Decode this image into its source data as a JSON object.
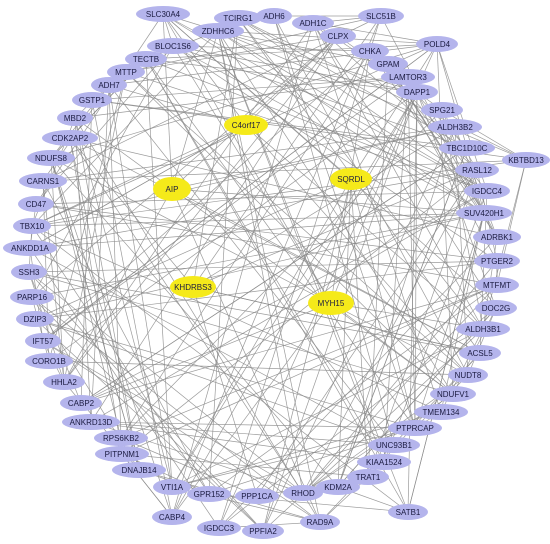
{
  "colors": {
    "hub": "#f5ea1a",
    "peripheral": "#b4b4ec",
    "edge": "#8a8a8a"
  },
  "hubs": [
    "C4orf17",
    "AIP",
    "SQRDL",
    "KHDRBS3",
    "MYH15"
  ],
  "peripheral": [
    "SLC30A4",
    "TCIRG1",
    "ADH6",
    "ADH1C",
    "SLC51B",
    "ZDHHC6",
    "CLPX",
    "BLOC1S6",
    "TECTB",
    "CHKA",
    "POLD4",
    "MTTP",
    "GPAM",
    "LAMTOR3",
    "ADH7",
    "DAPP1",
    "GSTP1",
    "MBD2",
    "SPG21",
    "ALDH3B2",
    "CDK2AP2",
    "TBC1D10C",
    "NDUFS8",
    "KBTBD13",
    "RASL12",
    "CARNS1",
    "IGDCC4",
    "CD47",
    "SUV420H1",
    "TBX10",
    "ADRBK1",
    "ANKDD1A",
    "PTGER2",
    "SSH3",
    "MTFMT",
    "PARP16",
    "DOC2G",
    "DZIP3",
    "ALDH3B1",
    "IFT57",
    "ACSL5",
    "CORO1B",
    "NUDT8",
    "HHLA2",
    "NDUFV1",
    "CABP2",
    "TMEM134",
    "ANKRD13D",
    "PTPRCAP",
    "RPS6KB2",
    "UNC93B1",
    "PITPNM1",
    "KIAA1524",
    "DNAJB14",
    "TRAT1",
    "VTI1A",
    "KDM2A",
    "GPR152",
    "RHOD",
    "PPP1CA",
    "SATB1",
    "CABP4",
    "RAD9A",
    "IGDCC3",
    "PPFIA2"
  ]
}
